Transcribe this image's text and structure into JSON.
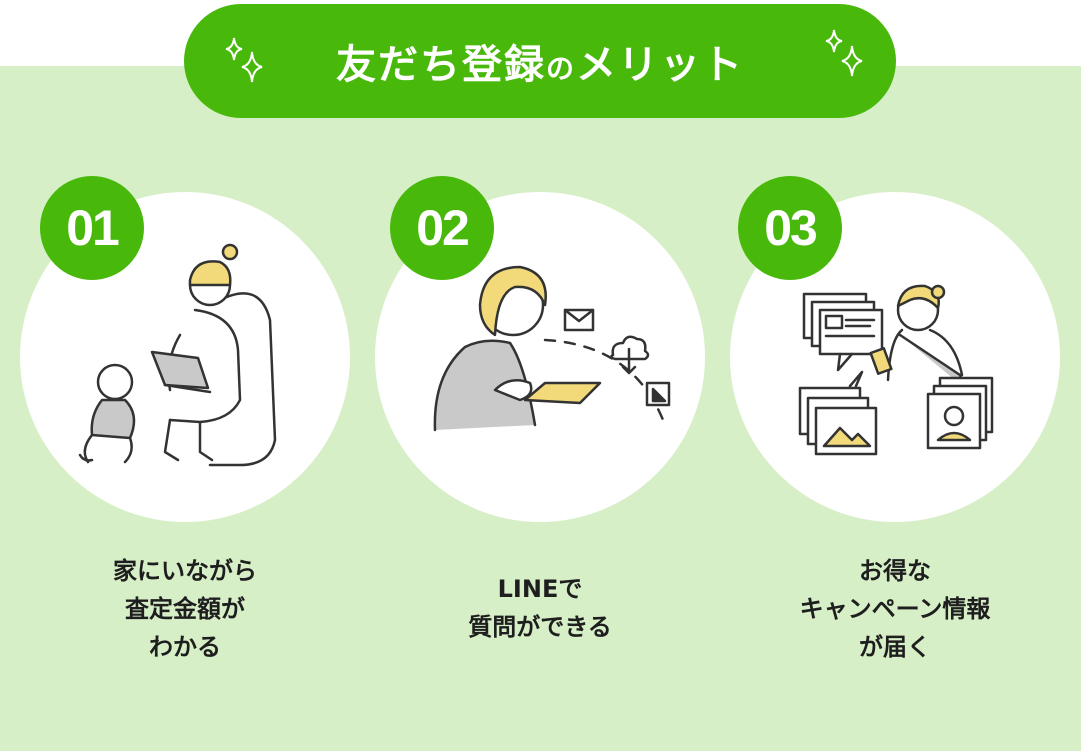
{
  "title": {
    "main": "友だち登録",
    "particle": "の",
    "tail": "メリット"
  },
  "colors": {
    "brand_green": "#48b80b",
    "panel_green": "#d6efc6",
    "accent_yellow": "#f2d97a"
  },
  "items": [
    {
      "number": "01",
      "lines": [
        "家にいながら",
        "査定金額が",
        "わかる"
      ]
    },
    {
      "number": "02",
      "lines": [
        "LINEで",
        "質問ができる"
      ]
    },
    {
      "number": "03",
      "lines": [
        "お得な",
        "キャンペーン情報",
        "が届く"
      ]
    }
  ]
}
